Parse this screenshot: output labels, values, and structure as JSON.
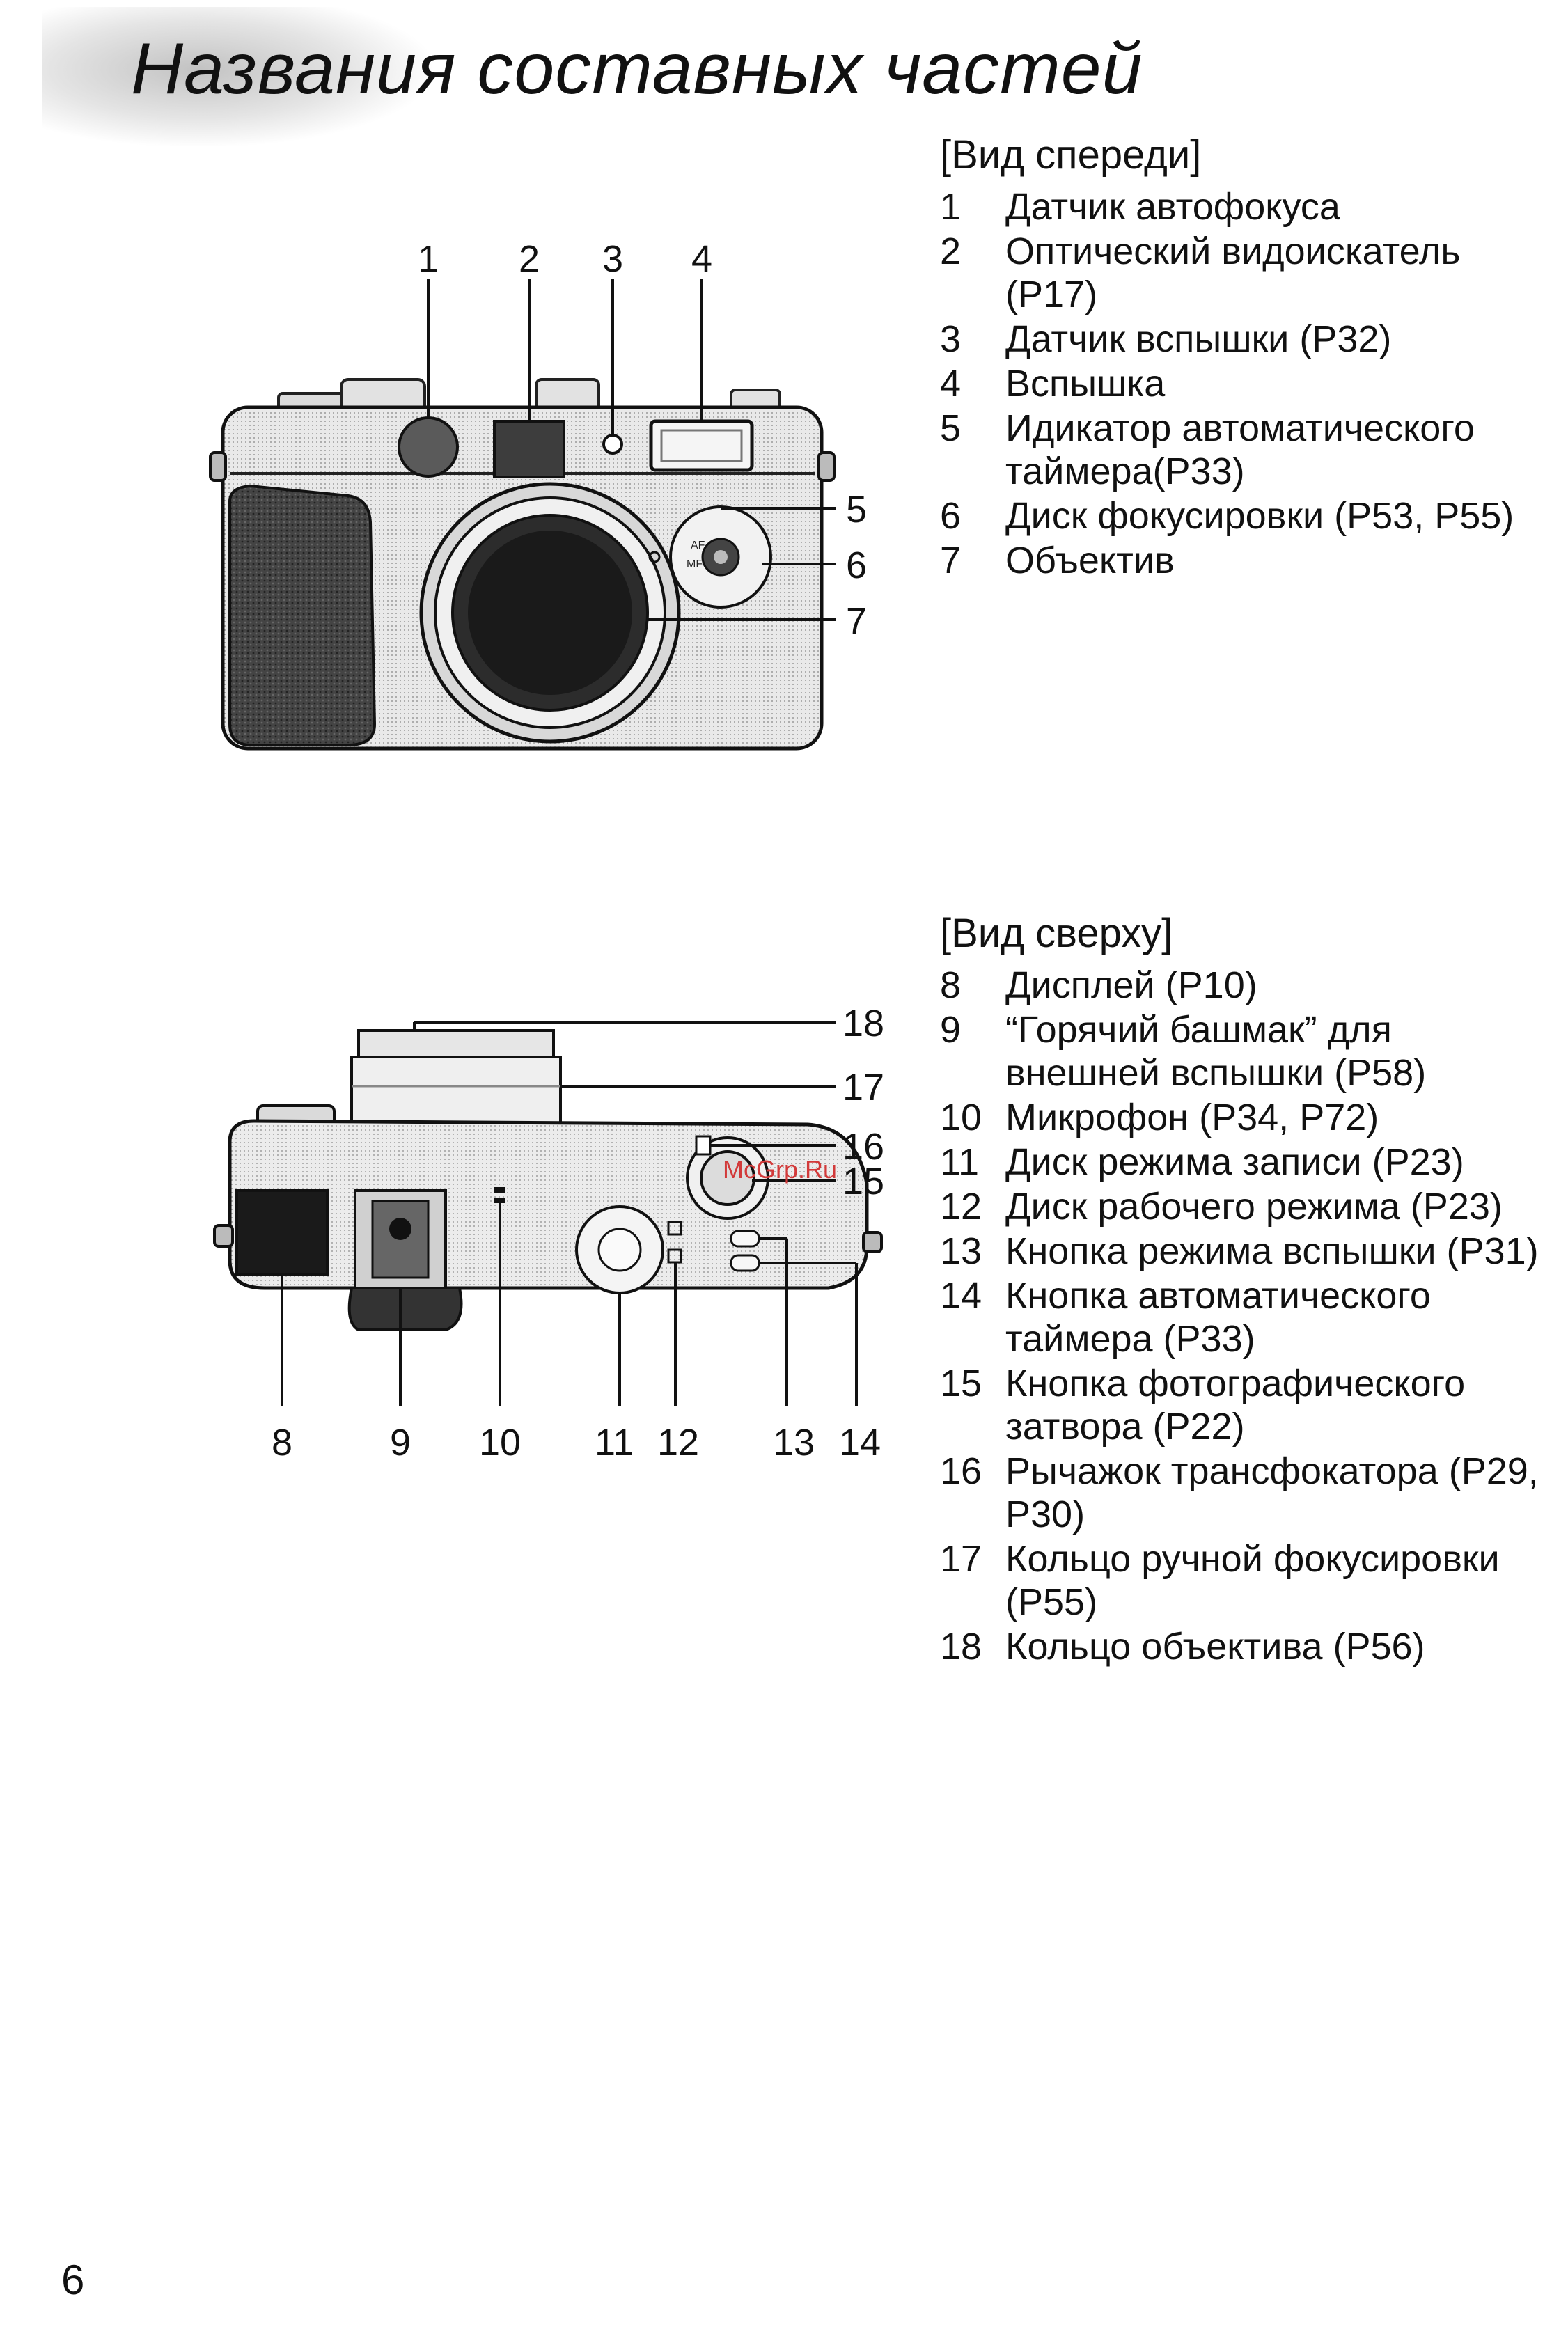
{
  "page": {
    "title": "Названия составных частей",
    "page_number": "6",
    "watermark": "McGrp.Ru"
  },
  "front": {
    "heading": "[Вид спереди]",
    "items": [
      {
        "num": "1",
        "text": "Датчик автофокуса"
      },
      {
        "num": "2",
        "text": "Оптический видоискатель (P17)"
      },
      {
        "num": "3",
        "text": "Датчик вспышки (P32)"
      },
      {
        "num": "4",
        "text": "Вспышка"
      },
      {
        "num": "5",
        "text": "Идикатор автоматического таймера(P33)"
      },
      {
        "num": "6",
        "text": "Диск фокусировки (P53, P55)"
      },
      {
        "num": "7",
        "text": "Объектив"
      }
    ],
    "callouts": [
      "1",
      "2",
      "3",
      "4",
      "5",
      "6",
      "7"
    ]
  },
  "top": {
    "heading": "[Вид сверху]",
    "items": [
      {
        "num": "8",
        "text": "Дисплей (P10)"
      },
      {
        "num": "9",
        "text": "“Горячий башмак” для внешней вспышки (P58)"
      },
      {
        "num": "10",
        "text": "Микрофон (P34, P72)"
      },
      {
        "num": "11",
        "text": "Диск режима записи (P23)"
      },
      {
        "num": "12",
        "text": "Диск рабочего режима (P23)"
      },
      {
        "num": "13",
        "text": "Кнопка режима вспышки (P31)"
      },
      {
        "num": "14",
        "text": "Кнопка автоматического таймера (P33)"
      },
      {
        "num": "15",
        "text": "Кнопка фотографического затвора (P22)"
      },
      {
        "num": "16",
        "text": "Рычажок трансфокатора (P29, P30)"
      },
      {
        "num": "17",
        "text": "Кольцо ручной фокусировки (P55)"
      },
      {
        "num": "18",
        "text": "Кольцо объектива (P56)"
      }
    ],
    "callouts": [
      "8",
      "9",
      "10",
      "11",
      "12",
      "13",
      "14",
      "15",
      "16",
      "17",
      "18"
    ]
  },
  "icons": {
    "front_camera": "camera-front-illustration",
    "top_camera": "camera-top-illustration"
  }
}
